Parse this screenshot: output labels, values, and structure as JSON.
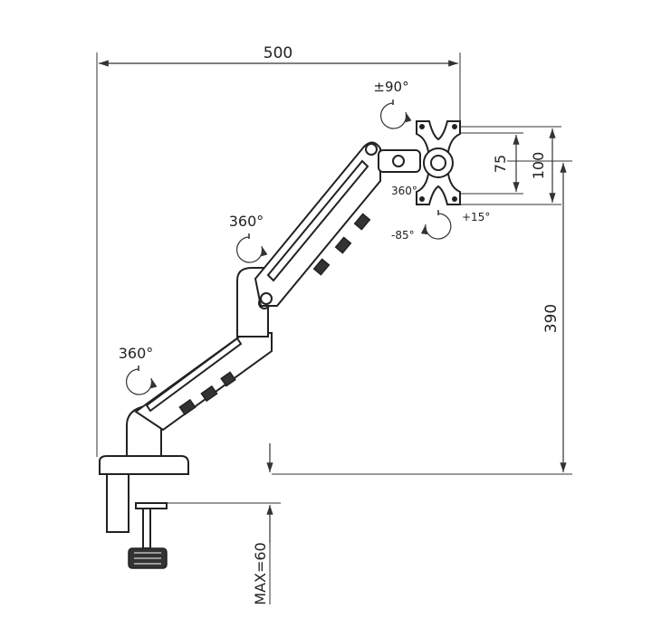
{
  "dimensions": {
    "width_top": "500",
    "vesa_small": "75",
    "vesa_large": "100",
    "height": "390",
    "clamp_max": "MAX=60"
  },
  "rotations": {
    "pivot_arm_lower": "360°",
    "pivot_arm_upper": "360°",
    "head_swivel": "±90°",
    "head_rotate": "360°",
    "tilt_up": "+15°",
    "tilt_down": "-85°"
  },
  "colors": {
    "ink": "#222222",
    "background": "#ffffff"
  }
}
